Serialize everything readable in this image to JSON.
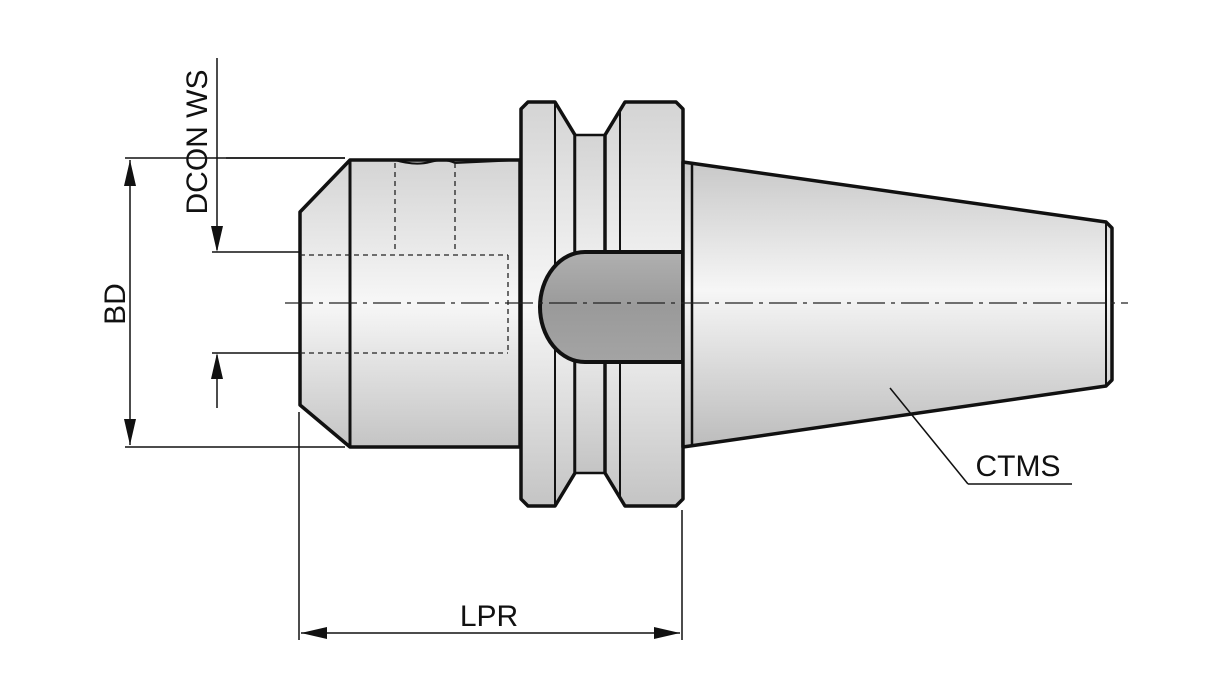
{
  "labels": {
    "bd": "BD",
    "dcon_ws": "DCON WS",
    "lpr": "LPR",
    "ctms": "CTMS"
  },
  "colors": {
    "outline": "#111111",
    "body_light": "#f2f2f2",
    "body_mid": "#cfcfcf",
    "body_dark": "#a9a9a9",
    "key": "#a0a0a0"
  }
}
